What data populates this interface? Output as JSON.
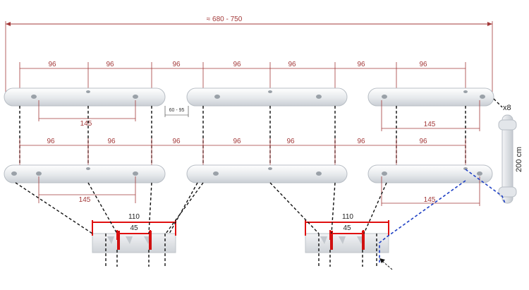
{
  "diagram": {
    "overall_label": "≈ 680 - 750",
    "segment_label": "96",
    "gap_label": "60 - 95",
    "hole_span_label": "145",
    "bracket_width_label": "110",
    "bracket_inner_label": "45",
    "rail_length_label": "200 cm",
    "count_label": "x8"
  },
  "colors": {
    "dimension": "#a33a3a",
    "bracket_red": "#e01010",
    "guide_blue": "#1d3fc4",
    "guide_black": "#111111",
    "rail_fill": "#e9ecef",
    "rail_edge": "#b8bec5"
  }
}
